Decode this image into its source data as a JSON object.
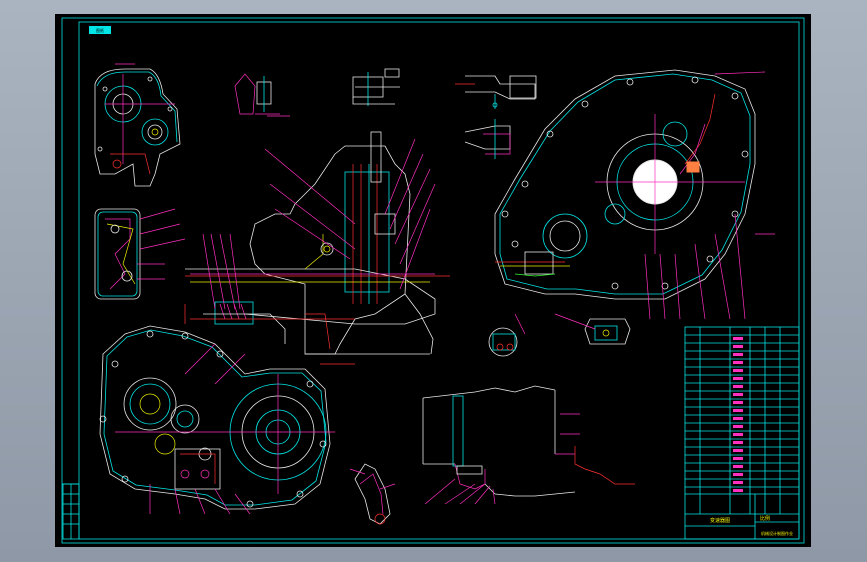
{
  "drawing": {
    "stamp_label": "图纸",
    "title_block": {
      "name": "变速器图",
      "scale_label": "比例",
      "footer": "机械设计制图作业"
    },
    "colors": {
      "background": "#000000",
      "frame": "#00e5e5",
      "outline": "#e8e8e8",
      "leader": "#ff2fbf",
      "dimension": "#ff3030",
      "table_text": "#f0f000"
    }
  }
}
